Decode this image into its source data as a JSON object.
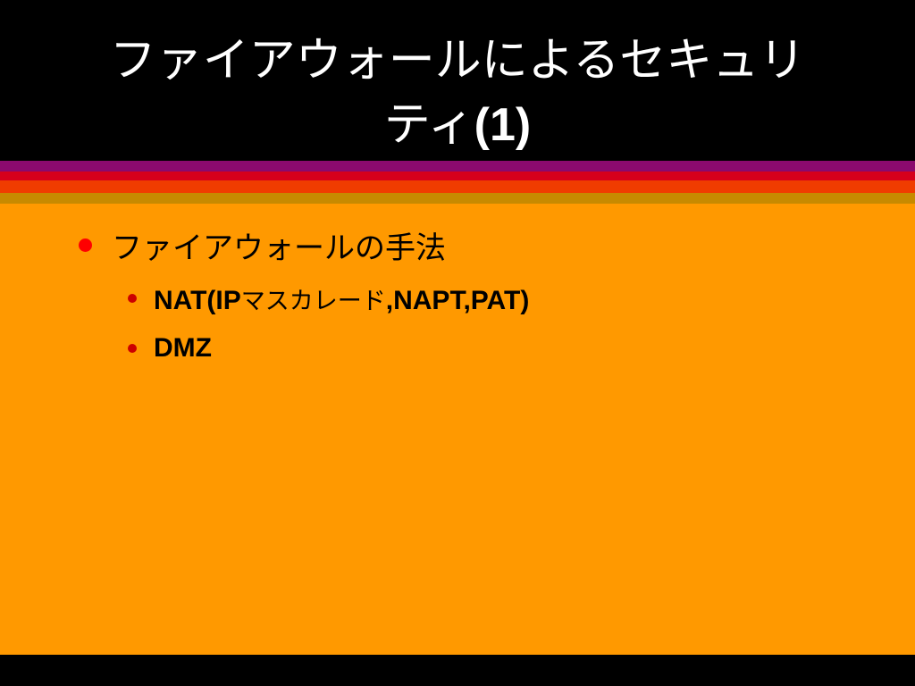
{
  "title": {
    "line1": "ファイアウォールによるセキュリ",
    "line2_jp": "ティ",
    "line2_num": "(1)"
  },
  "bullets": {
    "level1": {
      "text": "ファイアウォールの手法"
    },
    "level2": [
      {
        "part1": "NAT(IP",
        "part2": "マスカレード",
        "part3": ",NAPT,PAT)"
      },
      {
        "text": "DMZ"
      }
    ]
  },
  "colors": {
    "background": "#ff9900",
    "title_band": "#000000",
    "stripe_purple": "#8b0a6e",
    "stripe_red": "#d6001c",
    "stripe_orange_red": "#f03c00",
    "stripe_gold": "#c78a00",
    "bullet_level1": "#ff0000",
    "bullet_level2": "#cc0000"
  }
}
